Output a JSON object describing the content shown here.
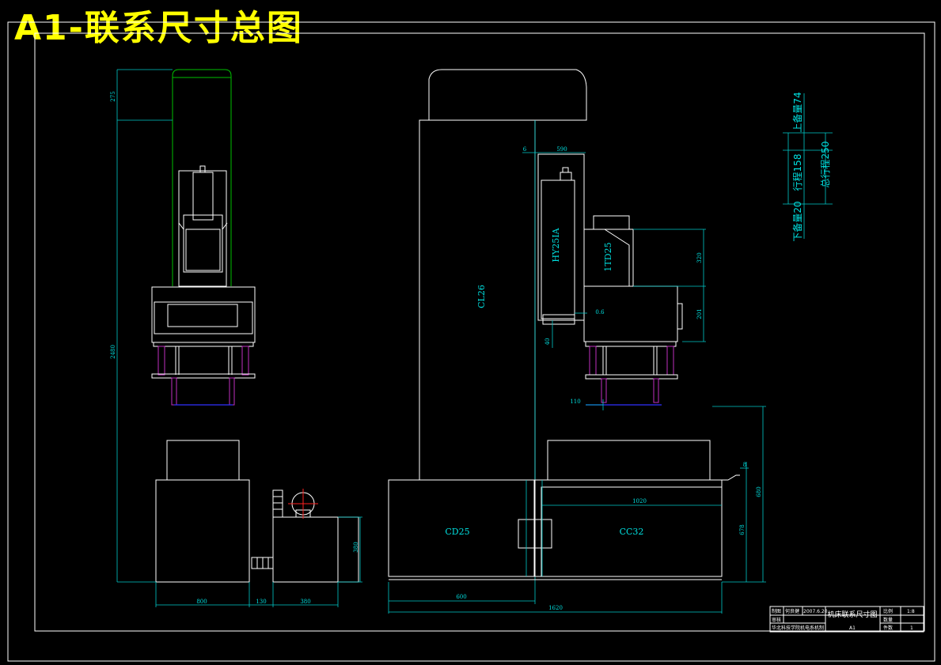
{
  "title": "A1-联系尺寸总图",
  "colors": {
    "background": "#000000",
    "title": "#ffff00",
    "outline": "#ffffff",
    "dimension": "#00c8c8",
    "guide": "#00c000",
    "spring": "#c030c0",
    "axis": "#3030ff",
    "center": "#ff2020"
  },
  "left_view": {
    "dims": {
      "top": "275",
      "height": "2480",
      "base_w1": "800",
      "base_w2": "130",
      "base_w3": "380",
      "tank_h": "380"
    }
  },
  "front_view": {
    "labels": {
      "column": "CL26",
      "slide": "HY25IA",
      "head": "1TD25",
      "base1": "CD25",
      "base2": "CC32"
    },
    "dims": {
      "d6": "6",
      "d590": "590",
      "d320": "320",
      "d201": "201",
      "d06": "0.6",
      "d40": "40",
      "d110": "110",
      "d1020": "1020",
      "d680": "680",
      "d678": "678",
      "d8": "8",
      "d600": "600",
      "d1620": "1620"
    }
  },
  "stroke_diagram": {
    "over_top": "上备量74",
    "stroke": "行程158",
    "total": "总行程250",
    "over_bottom": "下备量20"
  },
  "title_block": {
    "r1": "制图",
    "r1_name": "何良健",
    "r1_date": "2007.6.20",
    "r2": "审核",
    "school": "华北科技学院机电系机制",
    "drawing_name": "机床联系尺寸图",
    "scale_label": "比例",
    "scale": "1:8",
    "qty_label": "数量",
    "sheet": "A1",
    "sheets_label": "件数",
    "sheets": "1"
  }
}
